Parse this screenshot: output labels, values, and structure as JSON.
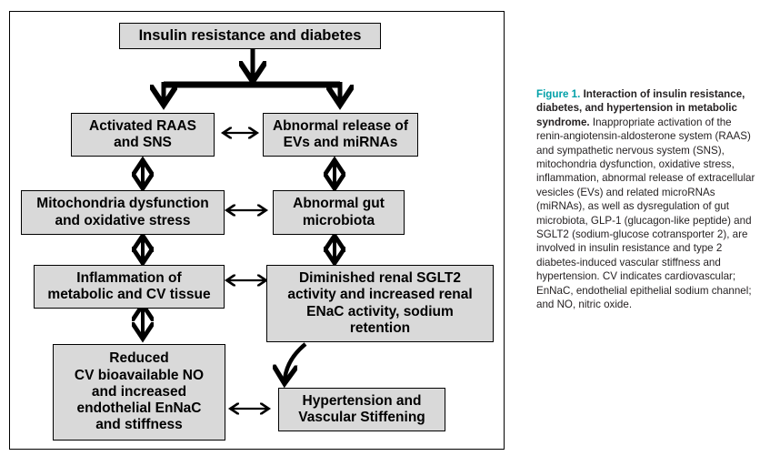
{
  "diagram": {
    "top": "Insulin resistance and diabetes",
    "raas": "Activated RAAS\nand SNS",
    "evs": "Abnormal release of\nEVs and miRNAs",
    "mito": "Mitochondria dysfunction\nand oxidative stress",
    "gut": "Abnormal gut\nmicrobiota",
    "inflam": "Inflammation of\nmetabolic and CV tissue",
    "sglt2": "Diminished renal SGLT2\nactivity and increased renal\nENaC activity, sodium\nretention",
    "no": "Reduced\nCV bioavailable NO\nand increased\nendothelial EnNaC\nand stiffness",
    "htn": "Hypertension and\nVascular Stiffening"
  },
  "caption": {
    "label": "Figure 1.",
    "title": "Interaction of insulin resistance, diabetes, and hypertension in metabolic syndrome.",
    "body": "Inappropriate activation of the renin-angiotensin-aldosterone system (RAAS) and sympathetic nervous system (SNS), mitochondria dysfunction, oxidative stress, inflammation, abnormal release of extracellular vesicles (EVs) and related microRNAs (miRNAs), as well as dysregulation of gut microbiota, GLP-1 (glucagon-like peptide) and SGLT2 (sodium-glucose cotransporter 2), are involved in insulin resistance and type 2 diabetes-induced vascular stiffness and hypertension. CV indicates cardiovascular; EnNaC, endothelial epithelial sodium channel; and NO, nitric oxide."
  }
}
